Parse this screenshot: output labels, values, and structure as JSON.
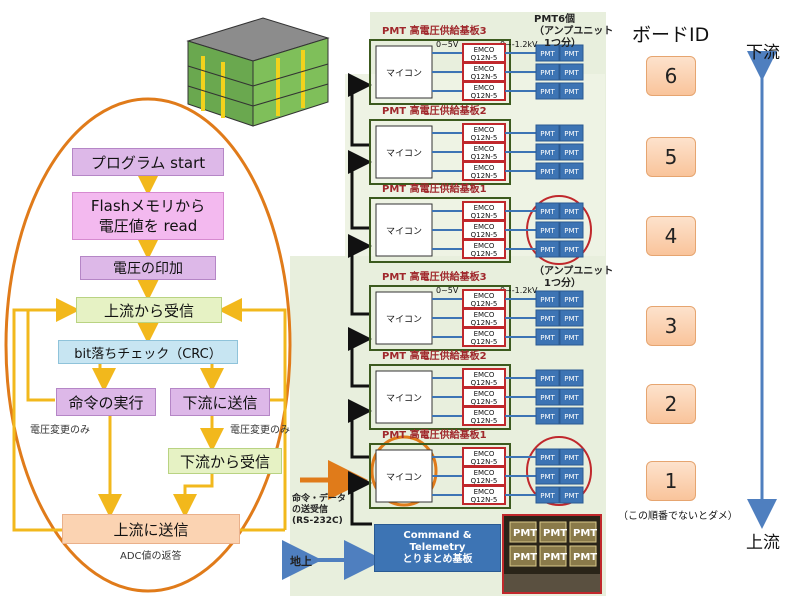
{
  "flow": {
    "start": "プログラム start",
    "flash_line1": "Flashメモリから",
    "flash_line2": "電圧値を read",
    "apply": "電圧の印加",
    "recv_upstream": "上流から受信",
    "crc": "bit落ちチェック（CRC）",
    "exec": "命令の実行",
    "send_down": "下流に送信",
    "note_voltage_1": "電圧変更のみ",
    "note_voltage_2": "電圧変更のみ",
    "recv_downstream": "下流から受信",
    "send_upstream": "上流に送信",
    "adc_reply": "ADC値の返答"
  },
  "boards": [
    {
      "title": "PMT 高電圧供給基板3"
    },
    {
      "title": "PMT 高電圧供給基板2"
    },
    {
      "title": "PMT 高電圧供給基板1"
    },
    {
      "title": "PMT 高電圧供給基板3"
    },
    {
      "title": "PMT 高電圧供給基板2"
    },
    {
      "title": "PMT 高電圧供給基板1"
    }
  ],
  "board_parts": {
    "mcu": "マイコン",
    "emco_1": "EMCO",
    "emco_2": "Q12N-5",
    "pmt": "PMT",
    "in_range": "0~5V",
    "out_range": "0~-1.2kV"
  },
  "labels": {
    "pmt6_line1": "PMT6個",
    "pmt6_line2": "（アンプユニット",
    "pmt6_line3": "1つ分）",
    "amp_line1": "（アンプユニット",
    "amp_line2": "1つ分）",
    "cmd_line1": "命令・データ",
    "cmd_line2": "の送受信",
    "cmd_line3": "(RS-232C)",
    "ground": "地上",
    "cmd_box_line1": "Command &",
    "cmd_box_line2": "Telemetry",
    "cmd_box_line3": "とりまとめ基板"
  },
  "board_id": {
    "title": "ボードID",
    "ids": [
      "6",
      "5",
      "4",
      "3",
      "2",
      "1"
    ],
    "note": "（この順番でないとダメ）",
    "downstream": "下流",
    "upstream": "上流"
  },
  "colors": {
    "ellipse": "#e07b1a",
    "flow_arrow": "#f2b81c",
    "board_border": "#3c5a1e",
    "emco": "#c0282c",
    "pmt": "#3d74b4",
    "idbox": "#f9c49b",
    "axis_arrow": "#4f7fbf"
  }
}
